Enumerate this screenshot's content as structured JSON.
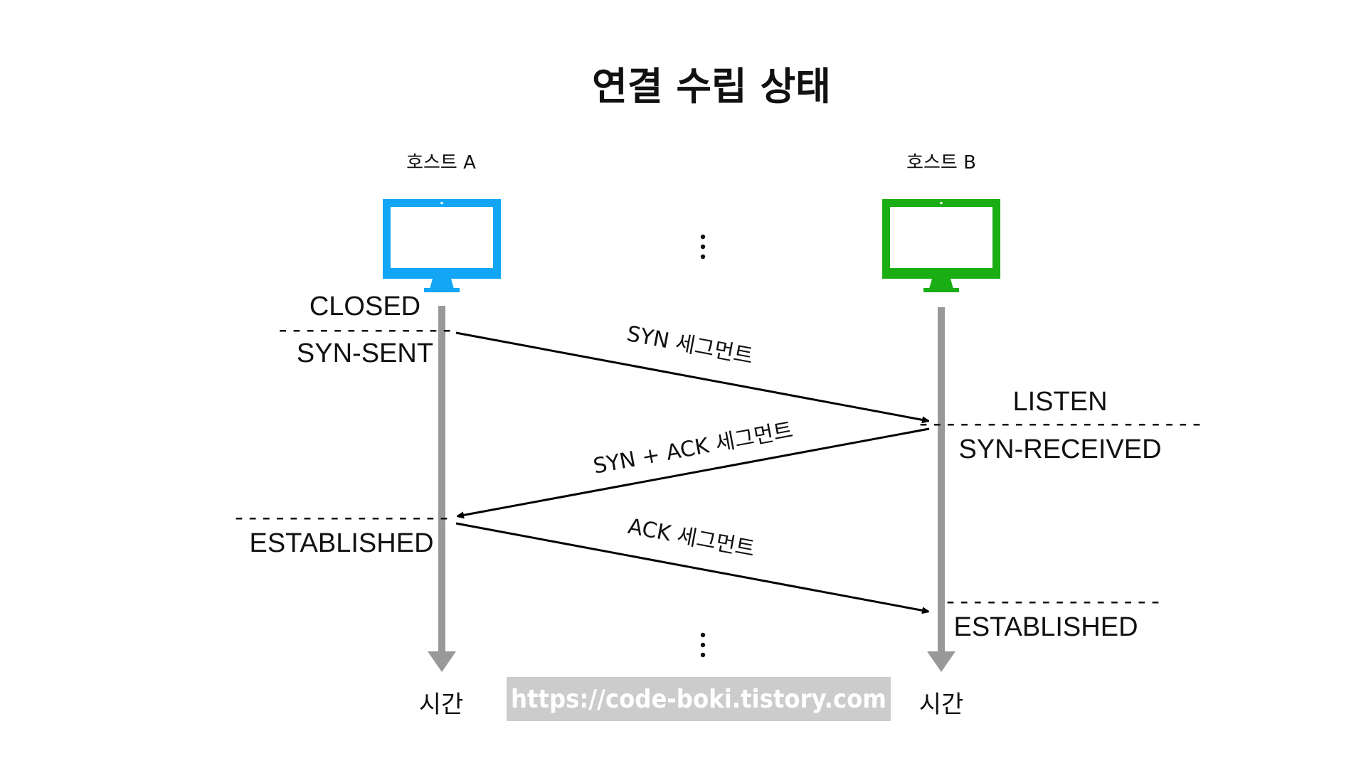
{
  "title": "연결 수립 상태",
  "host_a": {
    "label": "호스트 A",
    "color": "#12a6f5",
    "state_before": "CLOSED",
    "state_after": "SYN-SENT",
    "state_established": "ESTABLISHED"
  },
  "host_b": {
    "label": "호스트 B",
    "color": "#1aad14",
    "state_before": "LISTEN",
    "state_after": "SYN-RECEIVED",
    "state_established": "ESTABLISHED"
  },
  "messages": {
    "syn": "SYN 세그먼트",
    "syn_ack": "SYN + ACK 세그먼트",
    "ack": "ACK 세그먼트"
  },
  "dashes": {
    "a_top": "-------------",
    "a_bottom": "----------------",
    "b_top": "---------------------",
    "b_bottom": "----------------"
  },
  "time_label": "시간",
  "watermark": "https://code-boki.tistory.com",
  "colors": {
    "timeline": "#999999",
    "arrow": "#000000",
    "watermark_bg": "#cccccc"
  }
}
